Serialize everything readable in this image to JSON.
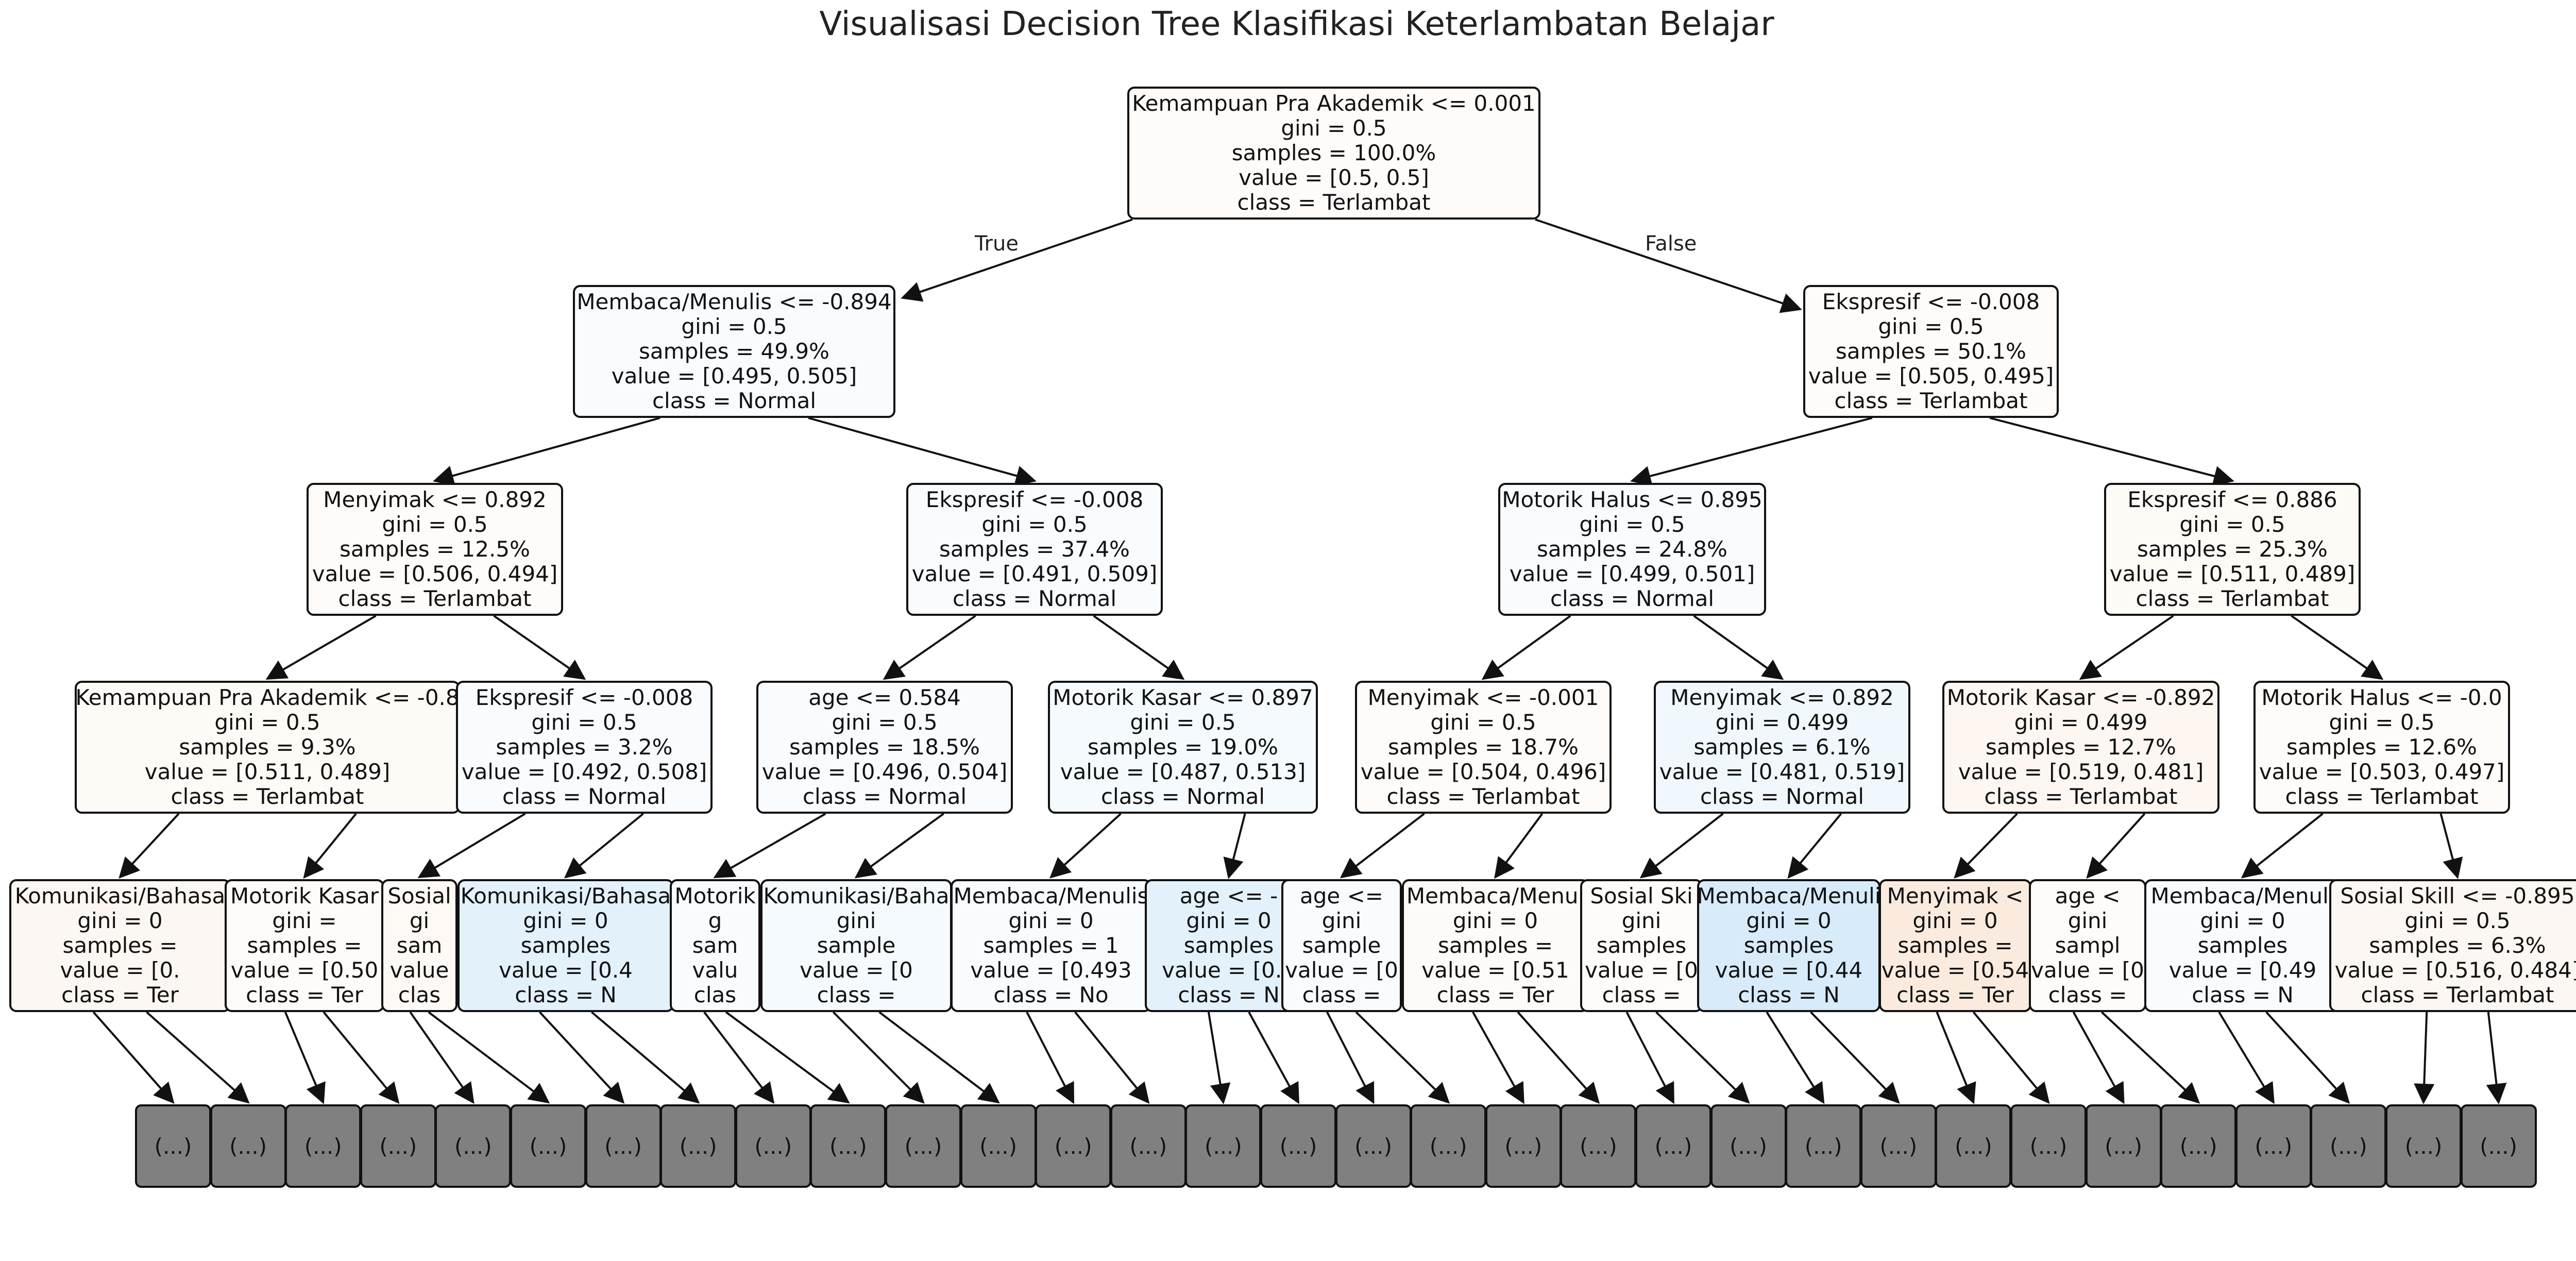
{
  "title": "Visualisasi Decision Tree Klasifikasi Keterlambatan Belajar",
  "edge_labels": {
    "true_label": "True",
    "false_label": "False"
  },
  "leaf_label": "(...)",
  "colors": {
    "terlambat": "#e58139",
    "normal": "#399de5",
    "leaf_fill": "#808080"
  },
  "nodes": [
    {
      "lines": [
        "Kemampuan Pra Akademik <= 0.001",
        "gini = 0.5",
        "samples = 100.0%",
        "value = [0.5, 0.5]",
        "class = Terlambat"
      ],
      "class": "Terlambat",
      "purity": 0.0
    },
    {
      "lines": [
        "Membaca/Menulis <= -0.894",
        "gini = 0.5",
        "samples = 49.9%",
        "value = [0.495, 0.505]",
        "class = Normal"
      ],
      "class": "Normal",
      "purity": 0.02
    },
    {
      "lines": [
        "Ekspresif <= -0.008",
        "gini = 0.5",
        "samples = 50.1%",
        "value = [0.505, 0.495]",
        "class = Terlambat"
      ],
      "class": "Terlambat",
      "purity": 0.02
    },
    {
      "lines": [
        "Menyimak <= 0.892",
        "gini = 0.5",
        "samples = 12.5%",
        "value = [0.506, 0.494]",
        "class = Terlambat"
      ],
      "class": "Terlambat",
      "purity": 0.024
    },
    {
      "lines": [
        "Ekspresif <= -0.008",
        "gini = 0.5",
        "samples = 37.4%",
        "value = [0.491, 0.509]",
        "class = Normal"
      ],
      "class": "Normal",
      "purity": 0.035
    },
    {
      "lines": [
        "Motorik Halus <= 0.895",
        "gini = 0.5",
        "samples = 24.8%",
        "value = [0.499, 0.501]",
        "class = Normal"
      ],
      "class": "Normal",
      "purity": 0.004
    },
    {
      "lines": [
        "Ekspresif <= 0.886",
        "gini = 0.5",
        "samples = 25.3%",
        "value = [0.511, 0.489]",
        "class = Terlambat"
      ],
      "class": "Terlambat",
      "purity": 0.043
    },
    {
      "lines": [
        "Kemampuan Pra Akademik <= -0.8",
        "gini = 0.5",
        "samples = 9.3%",
        "value = [0.511, 0.489]",
        "class = Terlambat"
      ],
      "class": "Terlambat",
      "purity": 0.043
    },
    {
      "lines": [
        "Ekspresif <= -0.008",
        "gini = 0.5",
        "samples = 3.2%",
        "value = [0.492, 0.508]",
        "class = Normal"
      ],
      "class": "Normal",
      "purity": 0.031
    },
    {
      "lines": [
        "age <= 0.584",
        "gini = 0.5",
        "samples = 18.5%",
        "value = [0.496, 0.504]",
        "class = Normal"
      ],
      "class": "Normal",
      "purity": 0.016
    },
    {
      "lines": [
        "Motorik Kasar <= 0.897",
        "gini = 0.5",
        "samples = 19.0%",
        "value = [0.487, 0.513]",
        "class = Normal"
      ],
      "class": "Normal",
      "purity": 0.051
    },
    {
      "lines": [
        "Menyimak <= -0.001",
        "gini = 0.5",
        "samples = 18.7%",
        "value = [0.504, 0.496]",
        "class = Terlambat"
      ],
      "class": "Terlambat",
      "purity": 0.016
    },
    {
      "lines": [
        "Menyimak <= 0.892",
        "gini = 0.499",
        "samples = 6.1%",
        "value = [0.481, 0.519]",
        "class = Normal"
      ],
      "class": "Normal",
      "purity": 0.073
    },
    {
      "lines": [
        "Motorik Kasar <= -0.892",
        "gini = 0.499",
        "samples = 12.7%",
        "value = [0.519, 0.481]",
        "class = Terlambat"
      ],
      "class": "Terlambat",
      "purity": 0.073
    },
    {
      "lines": [
        "Motorik Halus <= -0.0",
        "gini = 0.5",
        "samples = 12.6%",
        "value = [0.503, 0.497]",
        "class = Terlambat"
      ],
      "class": "Terlambat",
      "purity": 0.012
    },
    {
      "lines": [
        "Komunikasi/Bahasa",
        "gini = 0",
        "samples =",
        "value = [0.",
        "class = Ter"
      ],
      "class": "Terlambat",
      "purity": 0.06
    },
    {
      "lines": [
        "Motorik Kasar",
        "gini =",
        "samples =",
        "value = [0.50",
        "class = Ter"
      ],
      "class": "Terlambat",
      "purity": 0.01
    },
    {
      "lines": [
        "Sosial",
        "gi",
        "sam",
        "value",
        "clas"
      ],
      "class": "Terlambat",
      "purity": 0.05
    },
    {
      "lines": [
        "Komunikasi/Bahasa",
        "gini = 0",
        "samples",
        "value = [0.4",
        "class = N"
      ],
      "class": "Normal",
      "purity": 0.14
    },
    {
      "lines": [
        "Motorik",
        "g",
        "sam",
        "valu",
        "clas"
      ],
      "class": "Normal",
      "purity": 0.0
    },
    {
      "lines": [
        "Komunikasi/Baha",
        "gini",
        "sample",
        "value = [0",
        "class ="
      ],
      "class": "Normal",
      "purity": 0.05
    },
    {
      "lines": [
        "Membaca/Menulis",
        "gini = 0",
        "samples = 1",
        "value = [0.493",
        "class = No"
      ],
      "class": "Normal",
      "purity": 0.0
    },
    {
      "lines": [
        "age <= -",
        "gini = 0",
        "samples",
        "value = [0.4",
        "class = N"
      ],
      "class": "Normal",
      "purity": 0.14
    },
    {
      "lines": [
        "age <=",
        "gini",
        "sample",
        "value = [0",
        "class ="
      ],
      "class": "Normal",
      "purity": 0.0
    },
    {
      "lines": [
        "Membaca/Menul",
        "gini = 0",
        "samples =",
        "value = [0.51",
        "class = Ter"
      ],
      "class": "Terlambat",
      "purity": 0.04
    },
    {
      "lines": [
        "Sosial Ski",
        "gini",
        "samples",
        "value = [0",
        "class ="
      ],
      "class": "Terlambat",
      "purity": 0.0
    },
    {
      "lines": [
        "Membaca/Menuli",
        "gini = 0",
        "samples",
        "value = [0.44",
        "class = N"
      ],
      "class": "Normal",
      "purity": 0.2
    },
    {
      "lines": [
        "Menyimak <",
        "gini = 0",
        "samples =",
        "value = [0.54",
        "class = Ter"
      ],
      "class": "Terlambat",
      "purity": 0.16
    },
    {
      "lines": [
        "age <",
        "gini",
        "sampl",
        "value = [0",
        "class ="
      ],
      "class": "Terlambat",
      "purity": 0.0
    },
    {
      "lines": [
        "Membaca/Menuli",
        "gini = 0",
        "samples",
        "value = [0.49",
        "class = N"
      ],
      "class": "Normal",
      "purity": 0.02
    },
    {
      "lines": [
        "Sosial Skill <= -0.895",
        "gini = 0.5",
        "samples = 6.3%",
        "value = [0.516, 0.484]",
        "class = Terlambat"
      ],
      "class": "Terlambat",
      "purity": 0.06
    }
  ],
  "leaf_count": 32
}
